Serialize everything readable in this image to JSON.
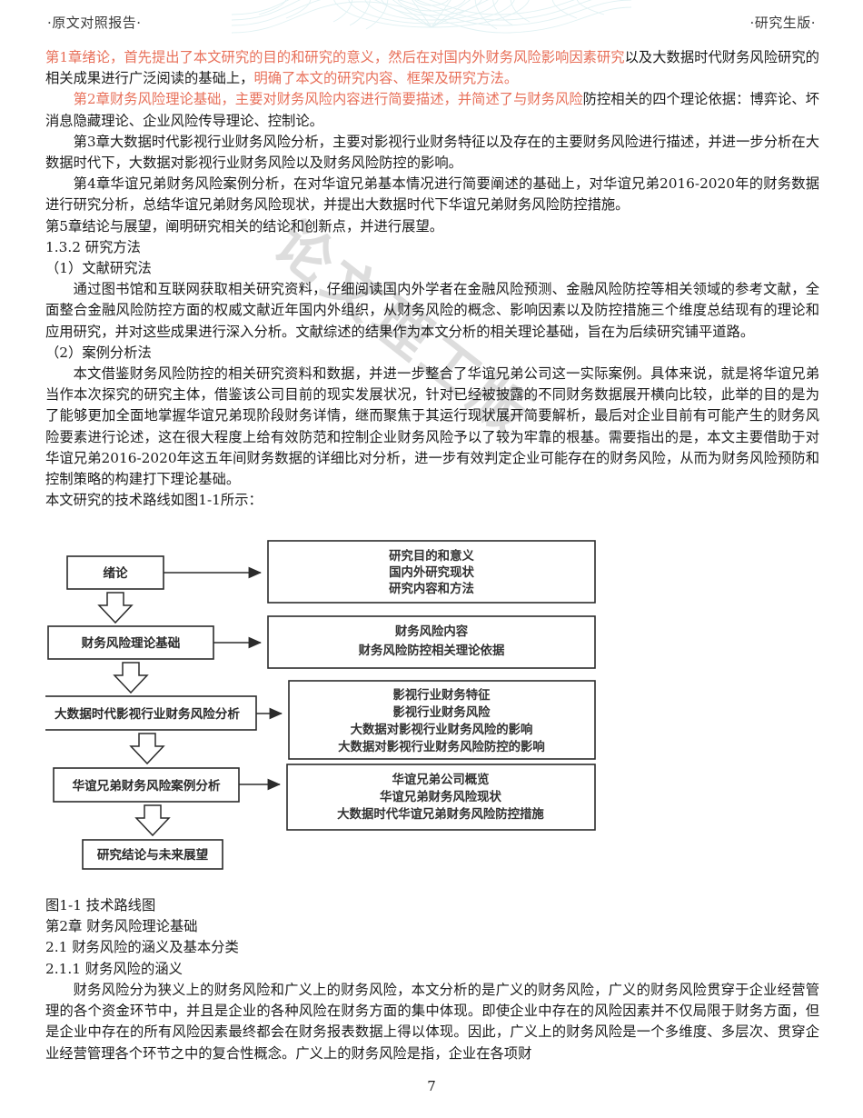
{
  "header": {
    "left": "·原文对照报告·",
    "right": "·研究生版·"
  },
  "watermark": {
    "text": "论文理工版"
  },
  "colors": {
    "highlight_red": "#e8705a",
    "body_text": "#1b1b1b",
    "guilloche": "#dff0f2"
  },
  "body": {
    "paragraphs": [
      {
        "id": "p-chapter1",
        "indent": false,
        "runs": [
          {
            "text": "第1章绪论，首先提出了本文研究的目的和研究的意义，然后在对国内外财务风险影响因素研究",
            "color": "red"
          },
          {
            "text": "以及大数据时代财务风险研究的相关成果进行广泛阅读的基础上，",
            "color": "black"
          },
          {
            "text": "明确了本文的研究内容、框架及研究方法。",
            "color": "red"
          }
        ]
      },
      {
        "id": "p-chapter2",
        "indent": true,
        "runs": [
          {
            "text": "第2章财务风险理论基础，主要对财务风险内容进行简要描述，并简述了与财务风险",
            "color": "red"
          },
          {
            "text": "防控相关的四个理论依据：博弈论、坏消息隐藏理论、企业风险传导理论、控制论。",
            "color": "black"
          }
        ]
      },
      {
        "id": "p-chapter3",
        "indent": true,
        "runs": [
          {
            "text": "第3章大数据时代影视行业财务风险分析，主要对影视行业财务特征以及存在的主要财务风险进行描述，并进一步分析在大数据时代下，大数据对影视行业财务风险以及财务风险防控的影响。",
            "color": "black"
          }
        ]
      },
      {
        "id": "p-chapter4",
        "indent": true,
        "runs": [
          {
            "text": "第4章华谊兄弟财务风险案例分析，在对华谊兄弟基本情况进行简要阐述的基础上，对华谊兄弟2016-2020年的财务数据进行研究分析，总结华谊兄弟财务风险现状，并提出大数据时代下华谊兄弟财务风险防控措施。",
            "color": "black"
          }
        ]
      },
      {
        "id": "p-chapter5",
        "indent": false,
        "runs": [
          {
            "text": "第5章结论与展望，阐明研究相关的结论和创新点，并进行展望。",
            "color": "black"
          }
        ]
      },
      {
        "id": "p-heading-132",
        "indent": false,
        "runs": [
          {
            "text": "1.3.2 研究方法",
            "color": "black"
          }
        ]
      },
      {
        "id": "p-method-1-title",
        "indent": false,
        "runs": [
          {
            "text": "（1）文献研究法",
            "color": "black"
          }
        ]
      },
      {
        "id": "p-method-1-body",
        "indent": true,
        "runs": [
          {
            "text": "通过图书馆和互联网获取相关研究资料，仔细阅读国内外学者在金融风险预测、金融风险防控等相关领域的参考文献，全面整合金融风险防控方面的权威文献近年国内外组织，从财务风险的概念、影响因素以及防控措施三个维度总结现有的理论和应用研究，并对这些成果进行深入分析。文献综述的结果作为本文分析的相关理论基础，旨在为后续研究铺平道路。",
            "color": "black"
          }
        ]
      },
      {
        "id": "p-method-2-title",
        "indent": false,
        "runs": [
          {
            "text": "（2）案例分析法",
            "color": "black"
          }
        ]
      },
      {
        "id": "p-method-2-body",
        "indent": true,
        "runs": [
          {
            "text": "本文借鉴财务风险防控的相关研究资料和数据，并进一步整合了华谊兄弟公司这一实际案例。具体来说，就是将华谊兄弟当作本次探究的研究主体，借鉴该公司目前的现实发展状况，针对已经被披露的不同财务数据展开横向比较，此举的目的是为了能够更加全面地掌握华谊兄弟现阶段财务详情，继而聚焦于其运行现状展开简要解析，最后对企业目前有可能产生的财务风险要素进行论述，这在很大程度上给有效防范和控制企业财务风险予以了较为牢靠的根基。需要指出的是，本文主要借助于对华谊兄弟2016-2020年这五年间财务数据的详细比对分析，进一步有效判定企业可能存在的财务风险，从而为财务风险预防和控制策略的构建打下理论基础。",
            "color": "black"
          }
        ]
      },
      {
        "id": "p-figure-lead",
        "indent": false,
        "runs": [
          {
            "text": "本文研究的技术路线如图1-1所示：",
            "color": "black"
          }
        ]
      }
    ]
  },
  "figure": {
    "caption": "图1-1 技术路线图",
    "left_boxes": [
      {
        "id": "box-introduction",
        "label": "绪论"
      },
      {
        "id": "box-theory-basis",
        "label": "财务风险理论基础"
      },
      {
        "id": "box-industry-analysis",
        "label": "大数据时代影视行业财务风险分析"
      },
      {
        "id": "box-case-analysis",
        "label": "华谊兄弟财务风险案例分析"
      },
      {
        "id": "box-conclusion",
        "label": "研究结论与未来展望"
      }
    ],
    "right_boxes": [
      {
        "id": "detail-introduction",
        "lines": [
          "研究目的和意义",
          "国内外研究现状",
          "研究内容和方法"
        ]
      },
      {
        "id": "detail-theory-basis",
        "lines": [
          "财务风险内容",
          "财务风险防控相关理论依据"
        ]
      },
      {
        "id": "detail-industry-analysis",
        "lines": [
          "影视行业财务特征",
          "影视行业财务风险",
          "大数据对影视行业财务风险的影响",
          "大数据对影视行业财务风险防控的影响"
        ]
      },
      {
        "id": "detail-case-analysis",
        "lines": [
          "华谊兄弟公司概览",
          "华谊兄弟财务风险现状",
          "大数据时代华谊兄弟财务风险防控措施"
        ]
      }
    ]
  },
  "after_figure": {
    "lines": [
      "第2章 财务风险理论基础",
      "2.1 财务风险的涵义及基本分类",
      "2.1.1 财务风险的涵义"
    ]
  },
  "tail": {
    "paragraph": "财务风险分为狭义上的财务风险和广义上的财务风险，本文分析的是广义的财务风险，广义的财务风险贯穿于企业经营管理的各个资金环节中，并且是企业的各种风险在财务方面的集中体现。即使企业中存在的风险因素并不仅局限于财务方面，但是企业中存在的所有风险因素最终都会在财务报表数据上得以体现。因此，广义上的财务风险是一个多维度、多层次、贯穿企业经营管理各个环节之中的复合性概念。广义上的财务风险是指，企业在各项财"
  },
  "page_number": "7"
}
